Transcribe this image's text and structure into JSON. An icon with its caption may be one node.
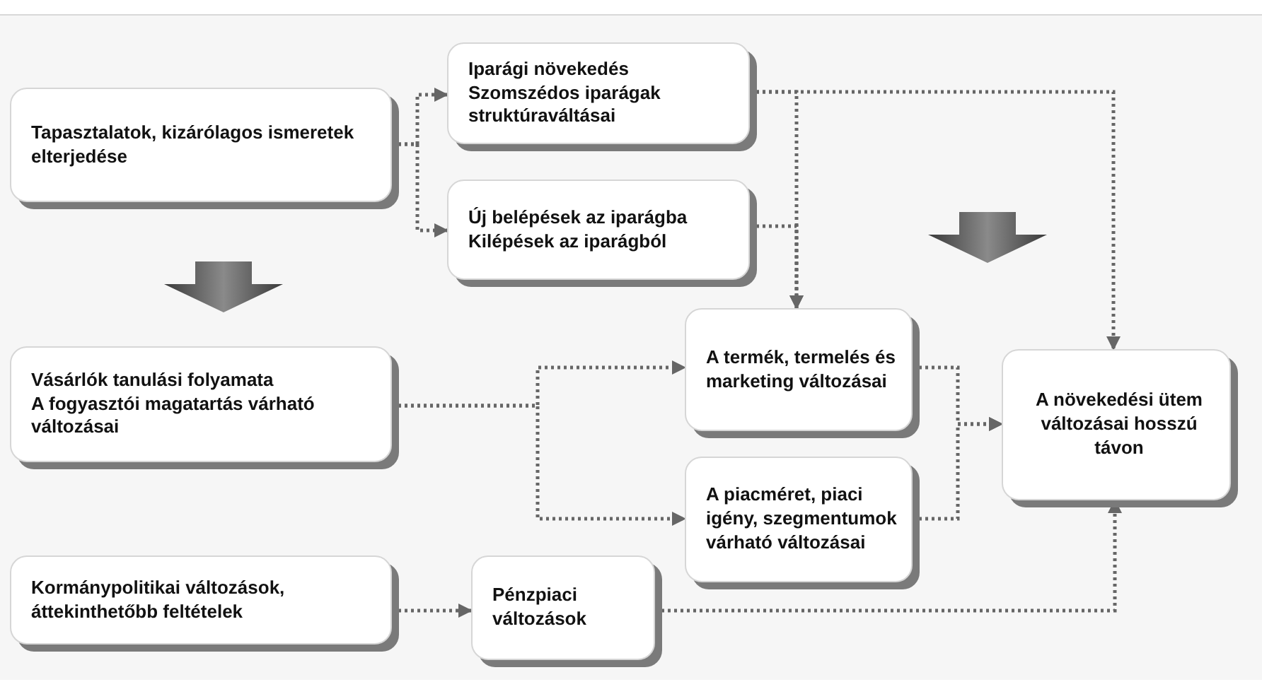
{
  "diagram": {
    "nodes": [
      {
        "text": [
          "Tapasztalatok, kizárólagos ismeretek elterjedése"
        ]
      },
      {
        "text": [
          "Iparági növekedés",
          "Szomszédos iparágak struktúraváltásai"
        ]
      },
      {
        "text": [
          "Új belépések az iparágba",
          "Kilépések az iparágból"
        ]
      },
      {
        "text": [
          "Vásárlók tanulási folyamata",
          "A fogyasztói magatartás várható változásai"
        ]
      },
      {
        "text": [
          "A termék, termelés és marketing változásai"
        ]
      },
      {
        "text": [
          "A piacméret, piaci igény, szegmentumok várható változásai"
        ]
      },
      {
        "text": [
          "A növekedési ütem változásai hosszú távon"
        ]
      },
      {
        "text": [
          "Kormánypolitikai változások, áttekinthetőbb feltételek"
        ]
      },
      {
        "text": [
          "Pénzpiaci változások"
        ]
      }
    ],
    "edges": [
      {
        "from": 0,
        "to": 1,
        "arrow": "to",
        "style": "dashed"
      },
      {
        "from": 0,
        "to": 2,
        "arrow": "to",
        "style": "dashed"
      },
      {
        "from": 1,
        "to": 6,
        "arrow": "to",
        "style": "dashed"
      },
      {
        "from": 1,
        "to": 4,
        "arrow": "to",
        "style": "dashed"
      },
      {
        "from": 2,
        "to": 4,
        "arrow": "to",
        "style": "dashed"
      },
      {
        "from": 3,
        "to": 4,
        "arrow": "to",
        "style": "dashed"
      },
      {
        "from": 3,
        "to": 5,
        "arrow": "to",
        "style": "dashed"
      },
      {
        "from": 4,
        "to": 6,
        "arrow": "to",
        "style": "dashed"
      },
      {
        "from": 5,
        "to": 6,
        "arrow": "to",
        "style": "dashed"
      },
      {
        "from": 7,
        "to": 8,
        "arrow": "to",
        "style": "dashed"
      },
      {
        "from": 8,
        "to": 6,
        "arrow": "to",
        "style": "dashed"
      }
    ]
  }
}
